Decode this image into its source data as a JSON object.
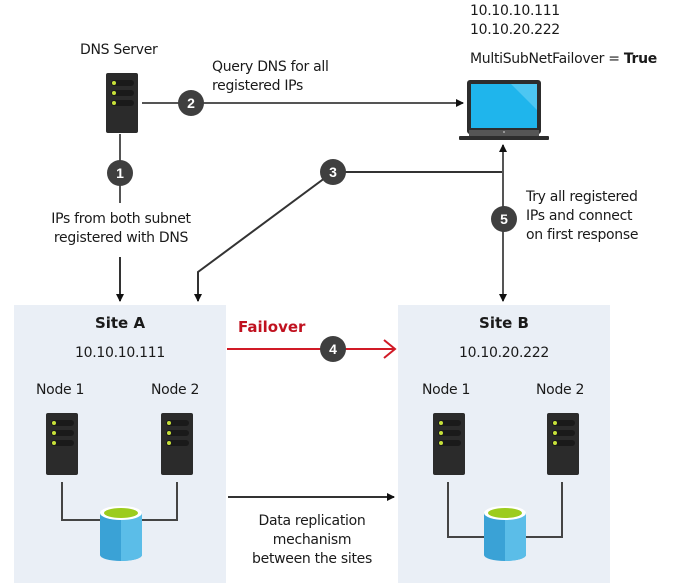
{
  "dns_server": {
    "label": "DNS Server"
  },
  "client": {
    "ips": [
      "10.10.10.111",
      "10.10.20.222"
    ],
    "setting_label": "MultiSubNetFailover = ",
    "setting_value": "True"
  },
  "steps": [
    {
      "number": "1",
      "text": [
        "IPs from both subnet",
        "registered with DNS"
      ]
    },
    {
      "number": "2",
      "text": [
        "Query DNS for all",
        "registered IPs"
      ]
    },
    {
      "number": "3",
      "text": []
    },
    {
      "number": "4",
      "text": [
        "Failover"
      ]
    },
    {
      "number": "5",
      "text": [
        "Try all registered",
        "IPs and connect",
        "on first response"
      ]
    }
  ],
  "sites": [
    {
      "title": "Site A",
      "ip": "10.10.10.111",
      "nodes": [
        "Node 1",
        "Node 2"
      ]
    },
    {
      "title": "Site B",
      "ip": "10.10.20.222",
      "nodes": [
        "Node 1",
        "Node 2"
      ]
    }
  ],
  "replication": {
    "text": [
      "Data replication",
      "mechanism",
      "between the sites"
    ]
  },
  "colors": {
    "failover": "#c0111f",
    "badge": "#3f3f3f",
    "site_bg": "#eaeff6",
    "laptop_screen": "#1fb5ec",
    "db_body": "#3aa2d6",
    "db_top": "#9ccc1e",
    "server_led": "#c6e03a"
  }
}
